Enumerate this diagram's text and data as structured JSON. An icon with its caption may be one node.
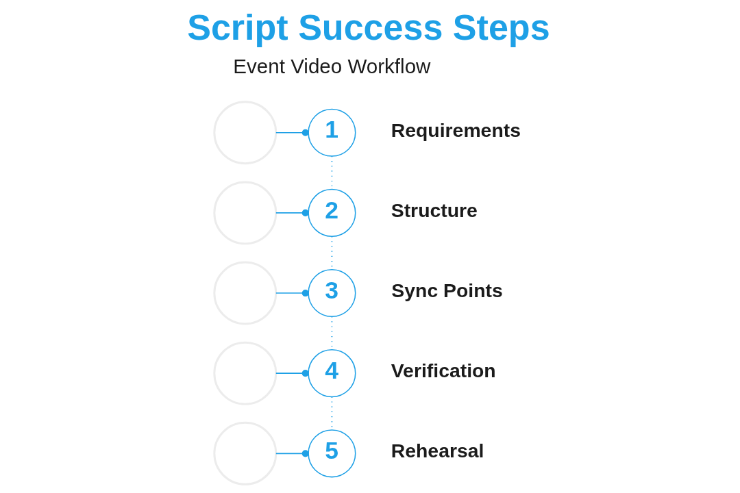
{
  "diagram": {
    "title": "Script Success Steps",
    "nodes": [
      {
        "text": [],
        "shape": "circle"
      },
      {
        "text": [
          "1"
        ],
        "beside": [
          "Requirements"
        ]
      },
      {
        "text": [],
        "shape": "circle"
      },
      {
        "text": [
          "2"
        ],
        "beside": [
          "Structure"
        ]
      },
      {
        "text": [],
        "shape": "circle"
      },
      {
        "text": [
          "3"
        ],
        "beside": [
          "Sync Points"
        ]
      },
      {
        "text": [],
        "shape": "circle"
      },
      {
        "text": [
          "4"
        ],
        "beside": [
          "Verification"
        ]
      },
      {
        "text": [],
        "shape": "circle"
      },
      {
        "text": [
          "5"
        ],
        "beside": [
          "Rehearsal"
        ]
      }
    ],
    "edges": [
      {
        "from": 0,
        "to": 1,
        "arrow": "other"
      },
      {
        "from": 1,
        "to": 3,
        "arrow": "none",
        "style": "dashed"
      },
      {
        "from": 2,
        "to": 3,
        "arrow": "other"
      },
      {
        "from": 3,
        "to": 5,
        "arrow": "none",
        "style": "dashed"
      },
      {
        "from": 4,
        "to": 5,
        "arrow": "other"
      },
      {
        "from": 5,
        "to": 7,
        "arrow": "none",
        "style": "dashed"
      },
      {
        "from": 6,
        "to": 7,
        "arrow": "other"
      },
      {
        "from": 7,
        "to": 9,
        "arrow": "none",
        "style": "dashed"
      },
      {
        "from": 8,
        "to": 9,
        "arrow": "other"
      }
    ],
    "labels": [
      "Event Video Workflow"
    ]
  }
}
